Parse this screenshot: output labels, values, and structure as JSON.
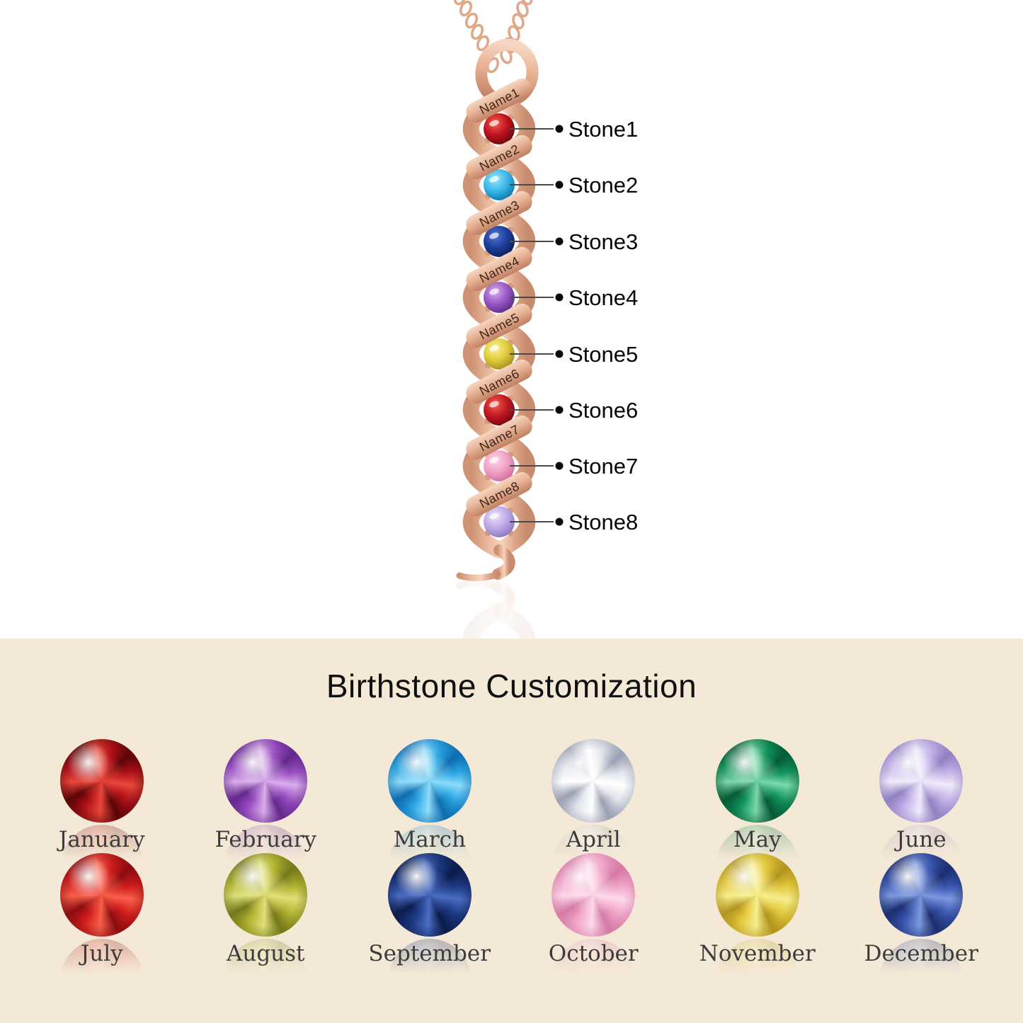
{
  "pendant": {
    "metal": {
      "light": "#f6d4bd",
      "mid": "#e7b294",
      "dark": "#c08063"
    },
    "callout_line_color": "#4a4a4a",
    "stones": [
      {
        "name": "Name1",
        "label": "Stone1",
        "light": "#f0584a",
        "mid": "#c01420",
        "dark": "#6e0509"
      },
      {
        "name": "Name2",
        "label": "Stone2",
        "light": "#90e2f8",
        "mid": "#3cb9ea",
        "dark": "#0e7ab2"
      },
      {
        "name": "Name3",
        "label": "Stone3",
        "light": "#5070cc",
        "mid": "#1e3f9e",
        "dark": "#0d2058"
      },
      {
        "name": "Name4",
        "label": "Stone4",
        "light": "#d2a4ec",
        "mid": "#9c5ac8",
        "dark": "#5e2c8a"
      },
      {
        "name": "Name5",
        "label": "Stone5",
        "light": "#f6ee8e",
        "mid": "#e2cc3e",
        "dark": "#a8901e"
      },
      {
        "name": "Name6",
        "label": "Stone6",
        "light": "#f05848",
        "mid": "#c21824",
        "dark": "#750810"
      },
      {
        "name": "Name7",
        "label": "Stone7",
        "light": "#fcd2e4",
        "mid": "#f2a2c6",
        "dark": "#d070a0"
      },
      {
        "name": "Name8",
        "label": "Stone8",
        "light": "#e8def8",
        "mid": "#c0aae8",
        "dark": "#8e7ac2"
      }
    ]
  },
  "birthstone_section": {
    "title": "Birthstone Customization",
    "background": "#f4e9d6",
    "months": [
      {
        "name": "January",
        "light": "#e8473a",
        "mid": "#b01218",
        "dark": "#5c0408"
      },
      {
        "name": "February",
        "light": "#d9aeea",
        "mid": "#9b4fc4",
        "dark": "#63288c"
      },
      {
        "name": "March",
        "light": "#8edcf8",
        "mid": "#2aa7e4",
        "dark": "#0f6cae"
      },
      {
        "name": "April",
        "light": "#ffffff",
        "mid": "#e2e5ec",
        "dark": "#9aa0b2"
      },
      {
        "name": "May",
        "light": "#7cd8aa",
        "mid": "#12955c",
        "dark": "#065a36"
      },
      {
        "name": "June",
        "light": "#f0eafb",
        "mid": "#c6b4ea",
        "dark": "#9080c0"
      },
      {
        "name": "July",
        "light": "#f8604a",
        "mid": "#d31c1c",
        "dark": "#8a0d10"
      },
      {
        "name": "August",
        "light": "#dfe07a",
        "mid": "#b2b530",
        "dark": "#75771a"
      },
      {
        "name": "September",
        "light": "#4a6cc2",
        "mid": "#1d3a85",
        "dark": "#0b1c4a"
      },
      {
        "name": "October",
        "light": "#fcdaea",
        "mid": "#f2a6ca",
        "dark": "#d57aa6"
      },
      {
        "name": "November",
        "light": "#f6ee8e",
        "mid": "#e4c83c",
        "dark": "#b2941e"
      },
      {
        "name": "December",
        "light": "#7c98de",
        "mid": "#3a56b0",
        "dark": "#1c2e6e"
      }
    ]
  }
}
